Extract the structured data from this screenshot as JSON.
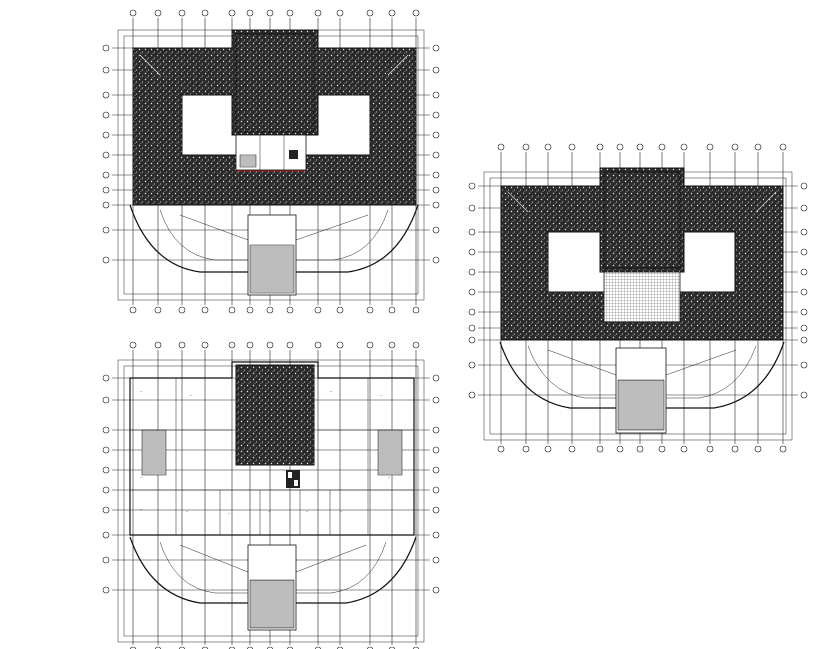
{
  "drawings": [
    {
      "id": "roof-plan-top",
      "kind": "roof-plan",
      "room_labels": []
    },
    {
      "id": "roof-plan-right",
      "kind": "roof-plan",
      "room_labels": []
    },
    {
      "id": "floor-plan-bottom",
      "kind": "floor-plan",
      "room_labels": [
        "—",
        "—",
        "—",
        "—",
        "—",
        "—",
        "—",
        "—",
        "—",
        "—",
        "—",
        "—"
      ]
    }
  ],
  "colors": {
    "ink": "#111111",
    "accent_red": "#cc2222",
    "background": "#ffffff"
  }
}
